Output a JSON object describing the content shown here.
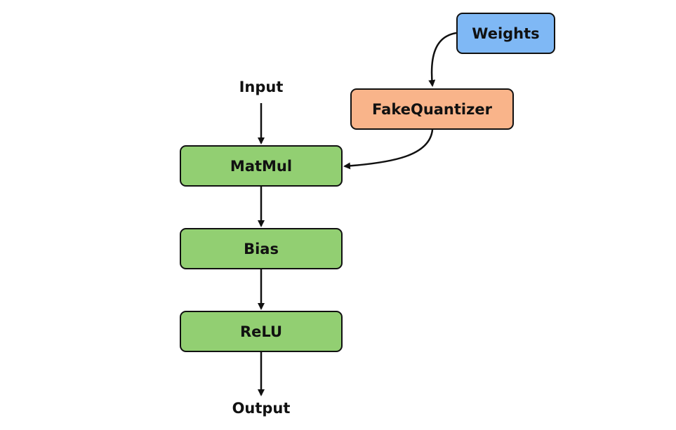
{
  "diagram": {
    "nodes": {
      "weights": {
        "label": "Weights",
        "color": "#7fb8f5"
      },
      "fake_quantizer": {
        "label": "FakeQuantizer",
        "color": "#f9b48a"
      },
      "matmul": {
        "label": "MatMul",
        "color": "#92cf72"
      },
      "bias": {
        "label": "Bias",
        "color": "#92cf72"
      },
      "relu": {
        "label": "ReLU",
        "color": "#92cf72"
      }
    },
    "input_label": "Input",
    "output_label": "Output",
    "edges": [
      {
        "from": "weights",
        "to": "fake_quantizer"
      },
      {
        "from": "fake_quantizer",
        "to": "matmul"
      },
      {
        "from": "input",
        "to": "matmul"
      },
      {
        "from": "matmul",
        "to": "bias"
      },
      {
        "from": "bias",
        "to": "relu"
      },
      {
        "from": "relu",
        "to": "output"
      }
    ],
    "edge_color": "#111111"
  }
}
